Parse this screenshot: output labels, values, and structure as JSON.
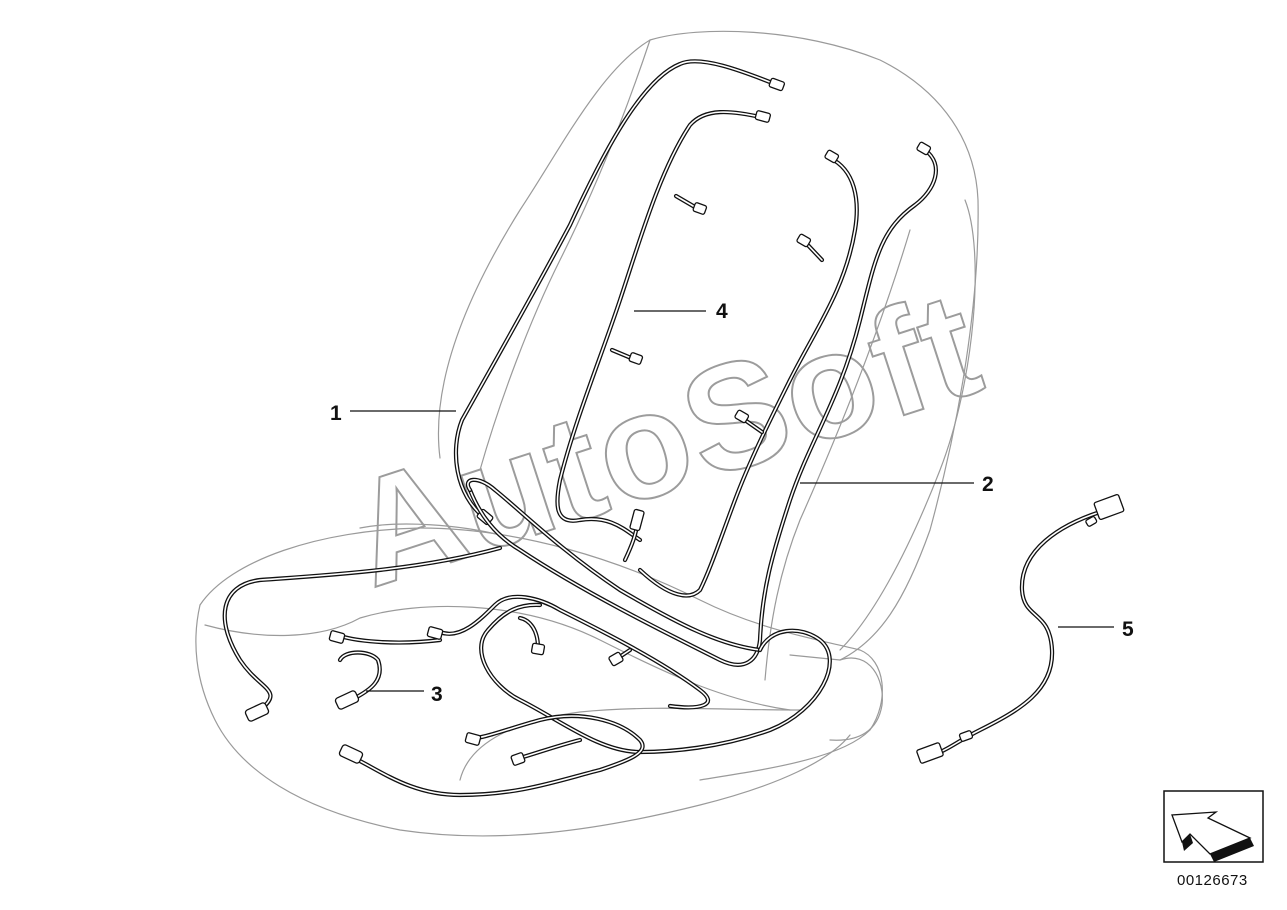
{
  "watermark": "AutoSoft",
  "callouts": {
    "c1": "1",
    "c2": "2",
    "c3": "3",
    "c4": "4",
    "c5": "5"
  },
  "document_number": "00126673",
  "icons": {
    "direction": "direction-arrow-icon"
  },
  "colors": {
    "line": "#111111",
    "outline": "#9a9a9a",
    "watermark": "#9c9c9c"
  }
}
